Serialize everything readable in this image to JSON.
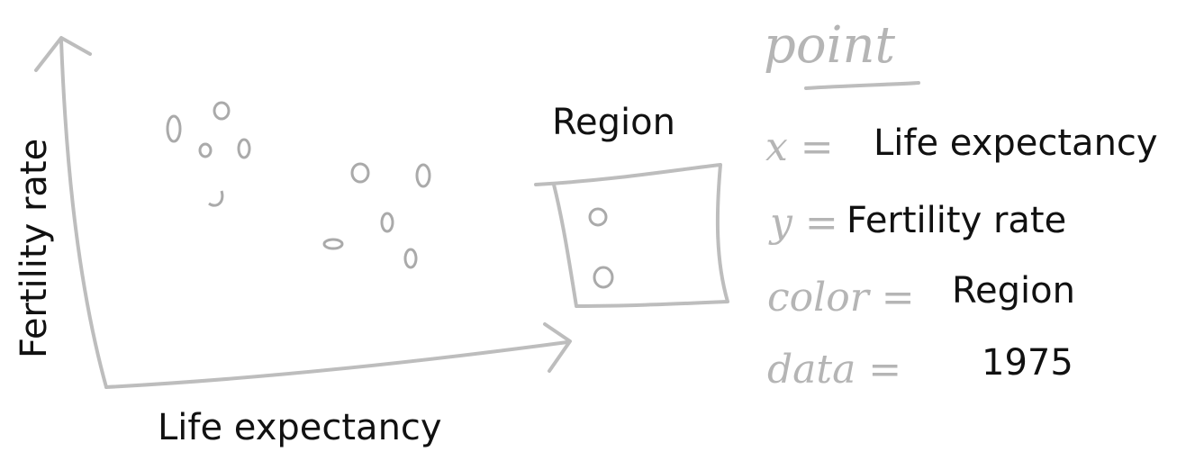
{
  "sketch": {
    "y_axis_label": "Fertility rate",
    "x_axis_label": "Life expectancy",
    "legend_title": "Region"
  },
  "spec": {
    "heading": "point",
    "rows": [
      {
        "key": "x =",
        "value": "Life expectancy"
      },
      {
        "key": "y =",
        "value": "Fertility rate"
      },
      {
        "key": "color =",
        "value": "Region"
      },
      {
        "key": "data =",
        "value": "1975"
      }
    ]
  },
  "colors": {
    "pencil": "#bdbdbd",
    "text": "#111111"
  }
}
